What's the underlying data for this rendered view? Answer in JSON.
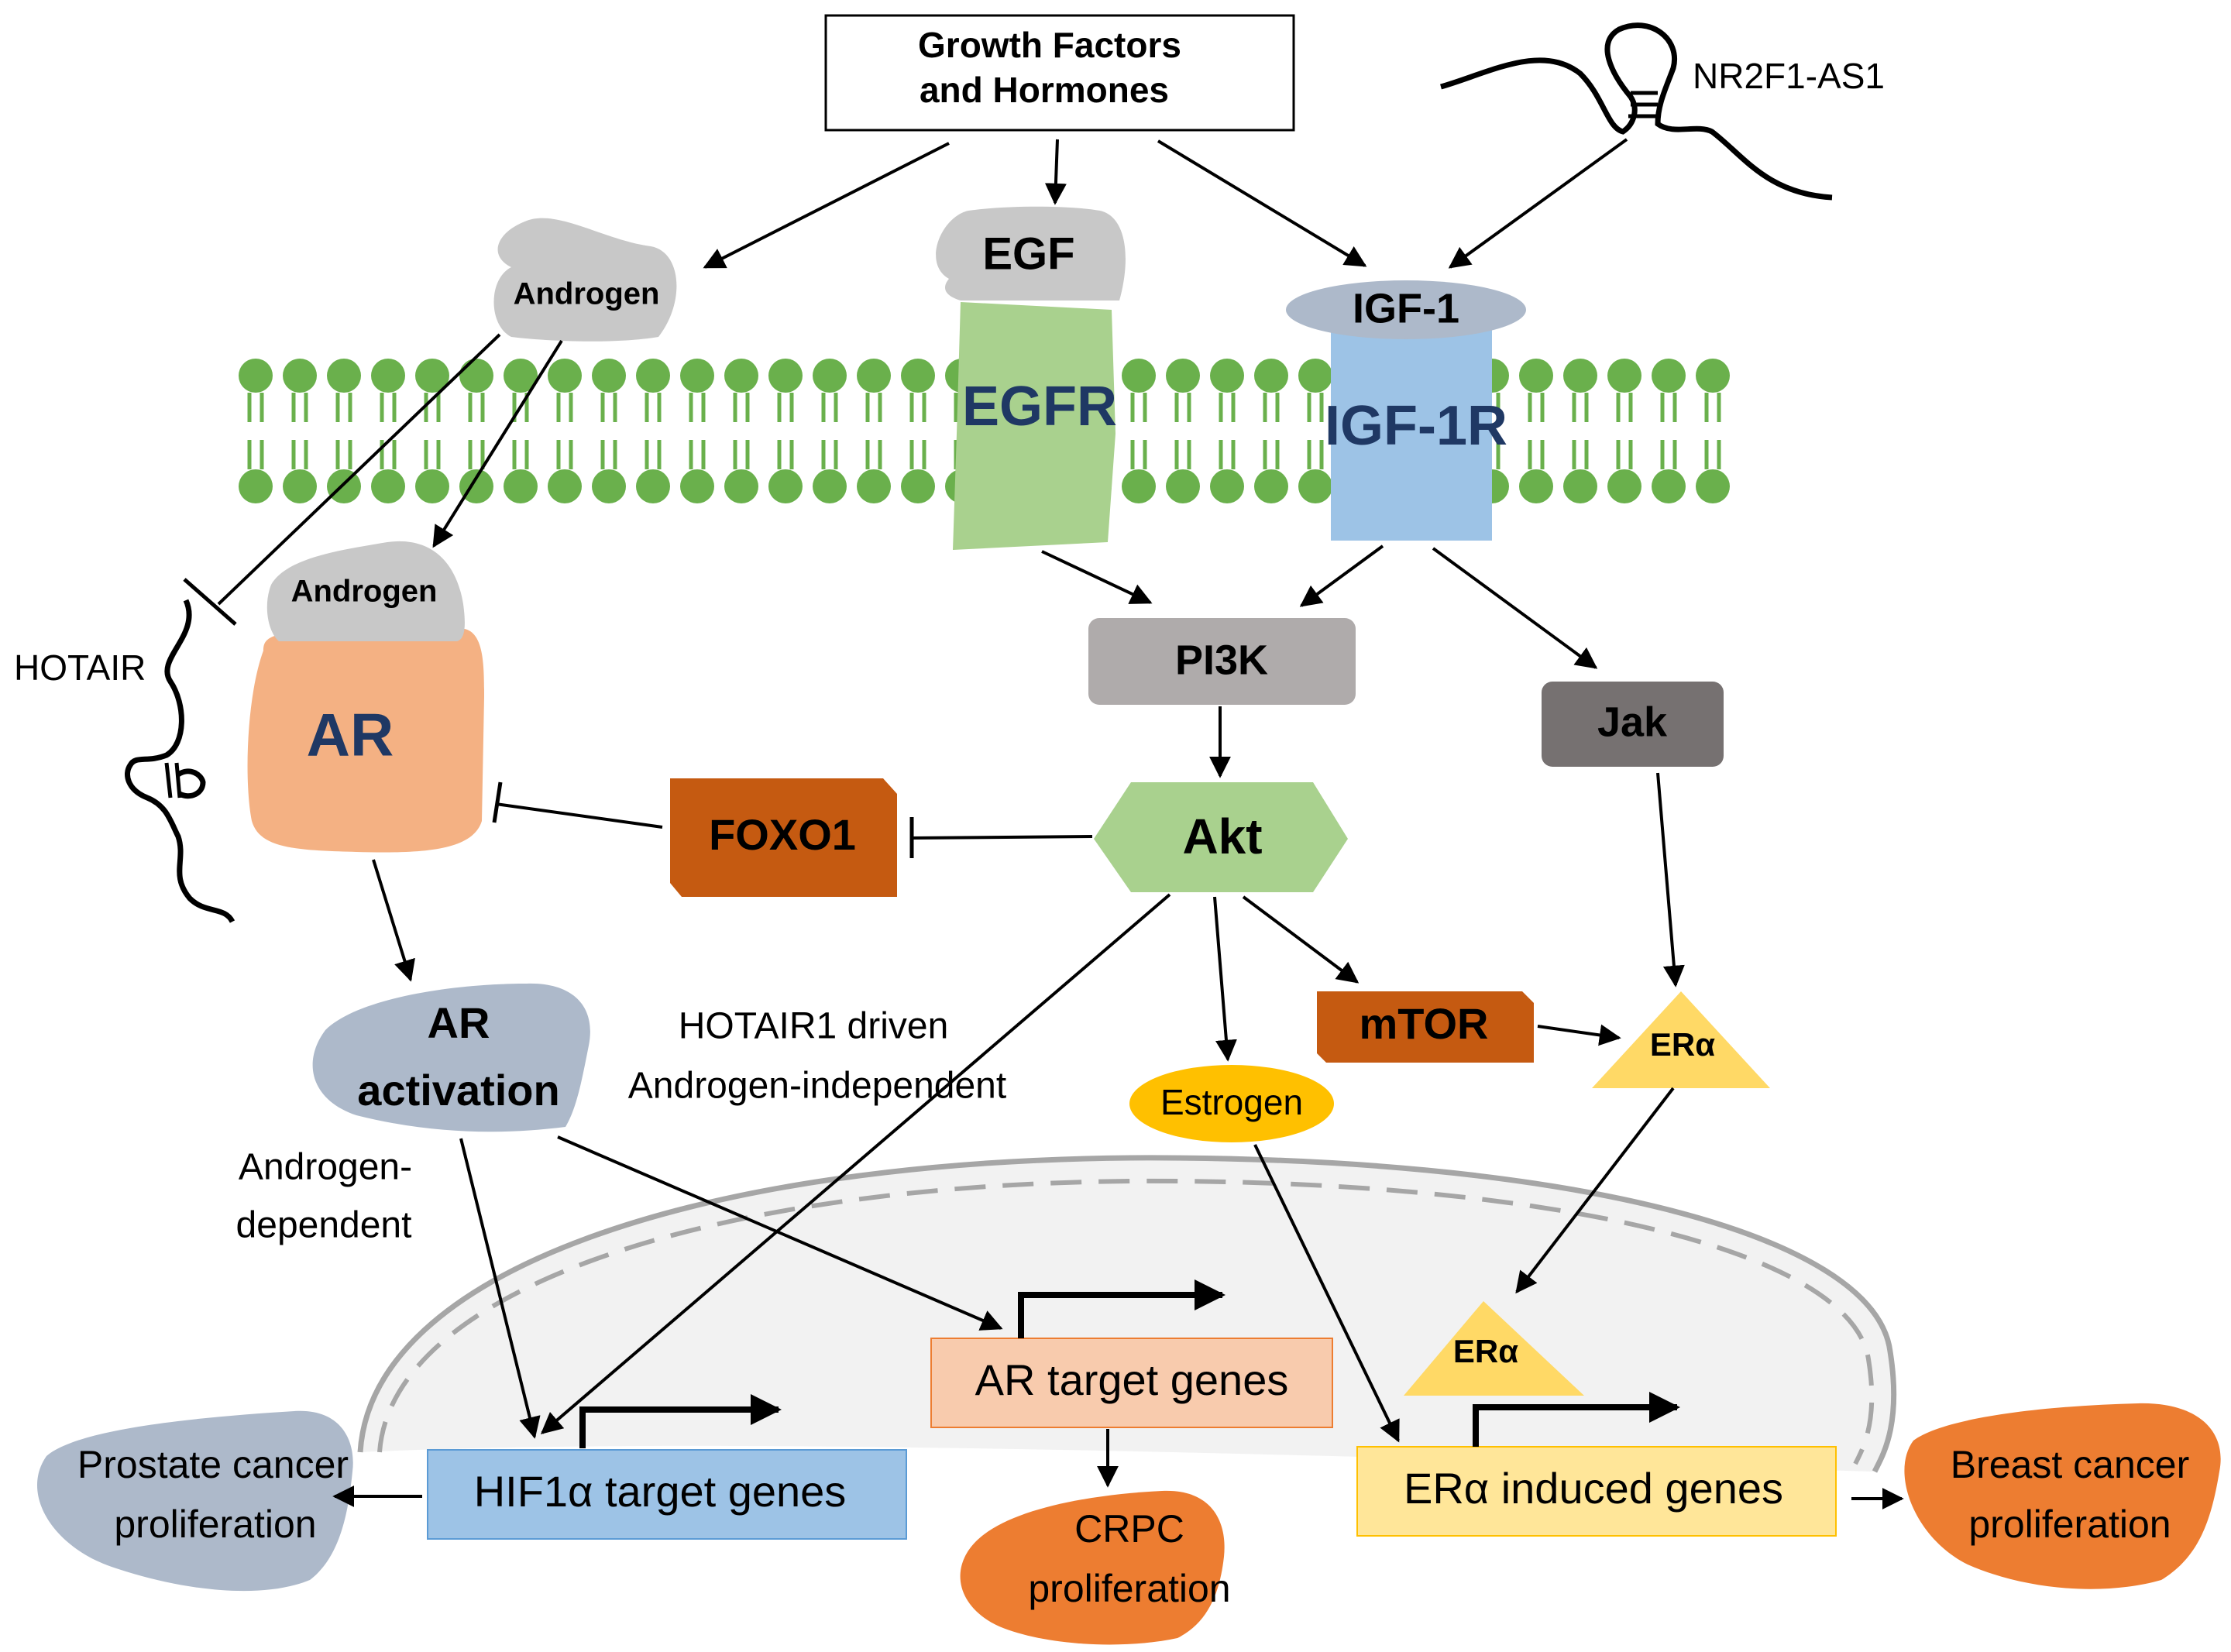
{
  "nodes": {
    "growth_factors": {
      "line1": "Growth Factors",
      "line2": "and Hormones"
    },
    "nr2f1_as1": "NR2F1-AS1",
    "androgen_top": "Androgen",
    "androgen_bound": "Androgen",
    "egf": "EGF",
    "egfr": "EGFR",
    "igf1": "IGF-1",
    "igf1r": "IGF-1R",
    "hotair": "HOTAIR",
    "ar": "AR",
    "pi3k": "PI3K",
    "jak": "Jak",
    "foxo1": "FOXO1",
    "akt": "Akt",
    "mtor": "mTOR",
    "era_cyto": "ERα",
    "era_nuc": "ERα",
    "estrogen": "Estrogen",
    "ar_activation": {
      "line1": "AR",
      "line2": "activation"
    },
    "hif1a_genes": "HIF1α target genes",
    "ar_target_genes": "AR target genes",
    "era_induced_genes": "ERα induced genes",
    "prostate_prolif": {
      "line1": "Prostate cancer",
      "line2": "proliferation"
    },
    "crpc_prolif": {
      "line1": "CRPC",
      "line2": "proliferation"
    },
    "breast_prolif": {
      "line1": "Breast cancer",
      "line2": "proliferation"
    }
  },
  "labels": {
    "hotair1_driven": {
      "line1": "HOTAIR1  driven",
      "line2": "Androgen-independent"
    },
    "androgen_dependent": {
      "line1": "Androgen-",
      "line2": "dependent"
    }
  },
  "colors": {
    "membrane": "#6ab04c",
    "gray_shape": "#c8c8c8",
    "egfr": "#a9d18e",
    "igf1r": "#9dc3e6",
    "igf1": "#adb9ca",
    "ar": "#f4b183",
    "pi3k": "#afabab",
    "jak": "#767171",
    "foxo1": "#c55a11",
    "akt": "#a9d18e",
    "mtor": "#c55a11",
    "era": "#ffd966",
    "estrogen": "#ffc000",
    "ar_activation": "#adb9ca",
    "hif_box": "#9dc3e6",
    "ar_target_box": "#f8cbad",
    "era_box": "#ffe699",
    "prostate": "#adb9ca",
    "crpc": "#ed7d31",
    "breast": "#ed7d31",
    "navy_text": "#1f3864"
  }
}
